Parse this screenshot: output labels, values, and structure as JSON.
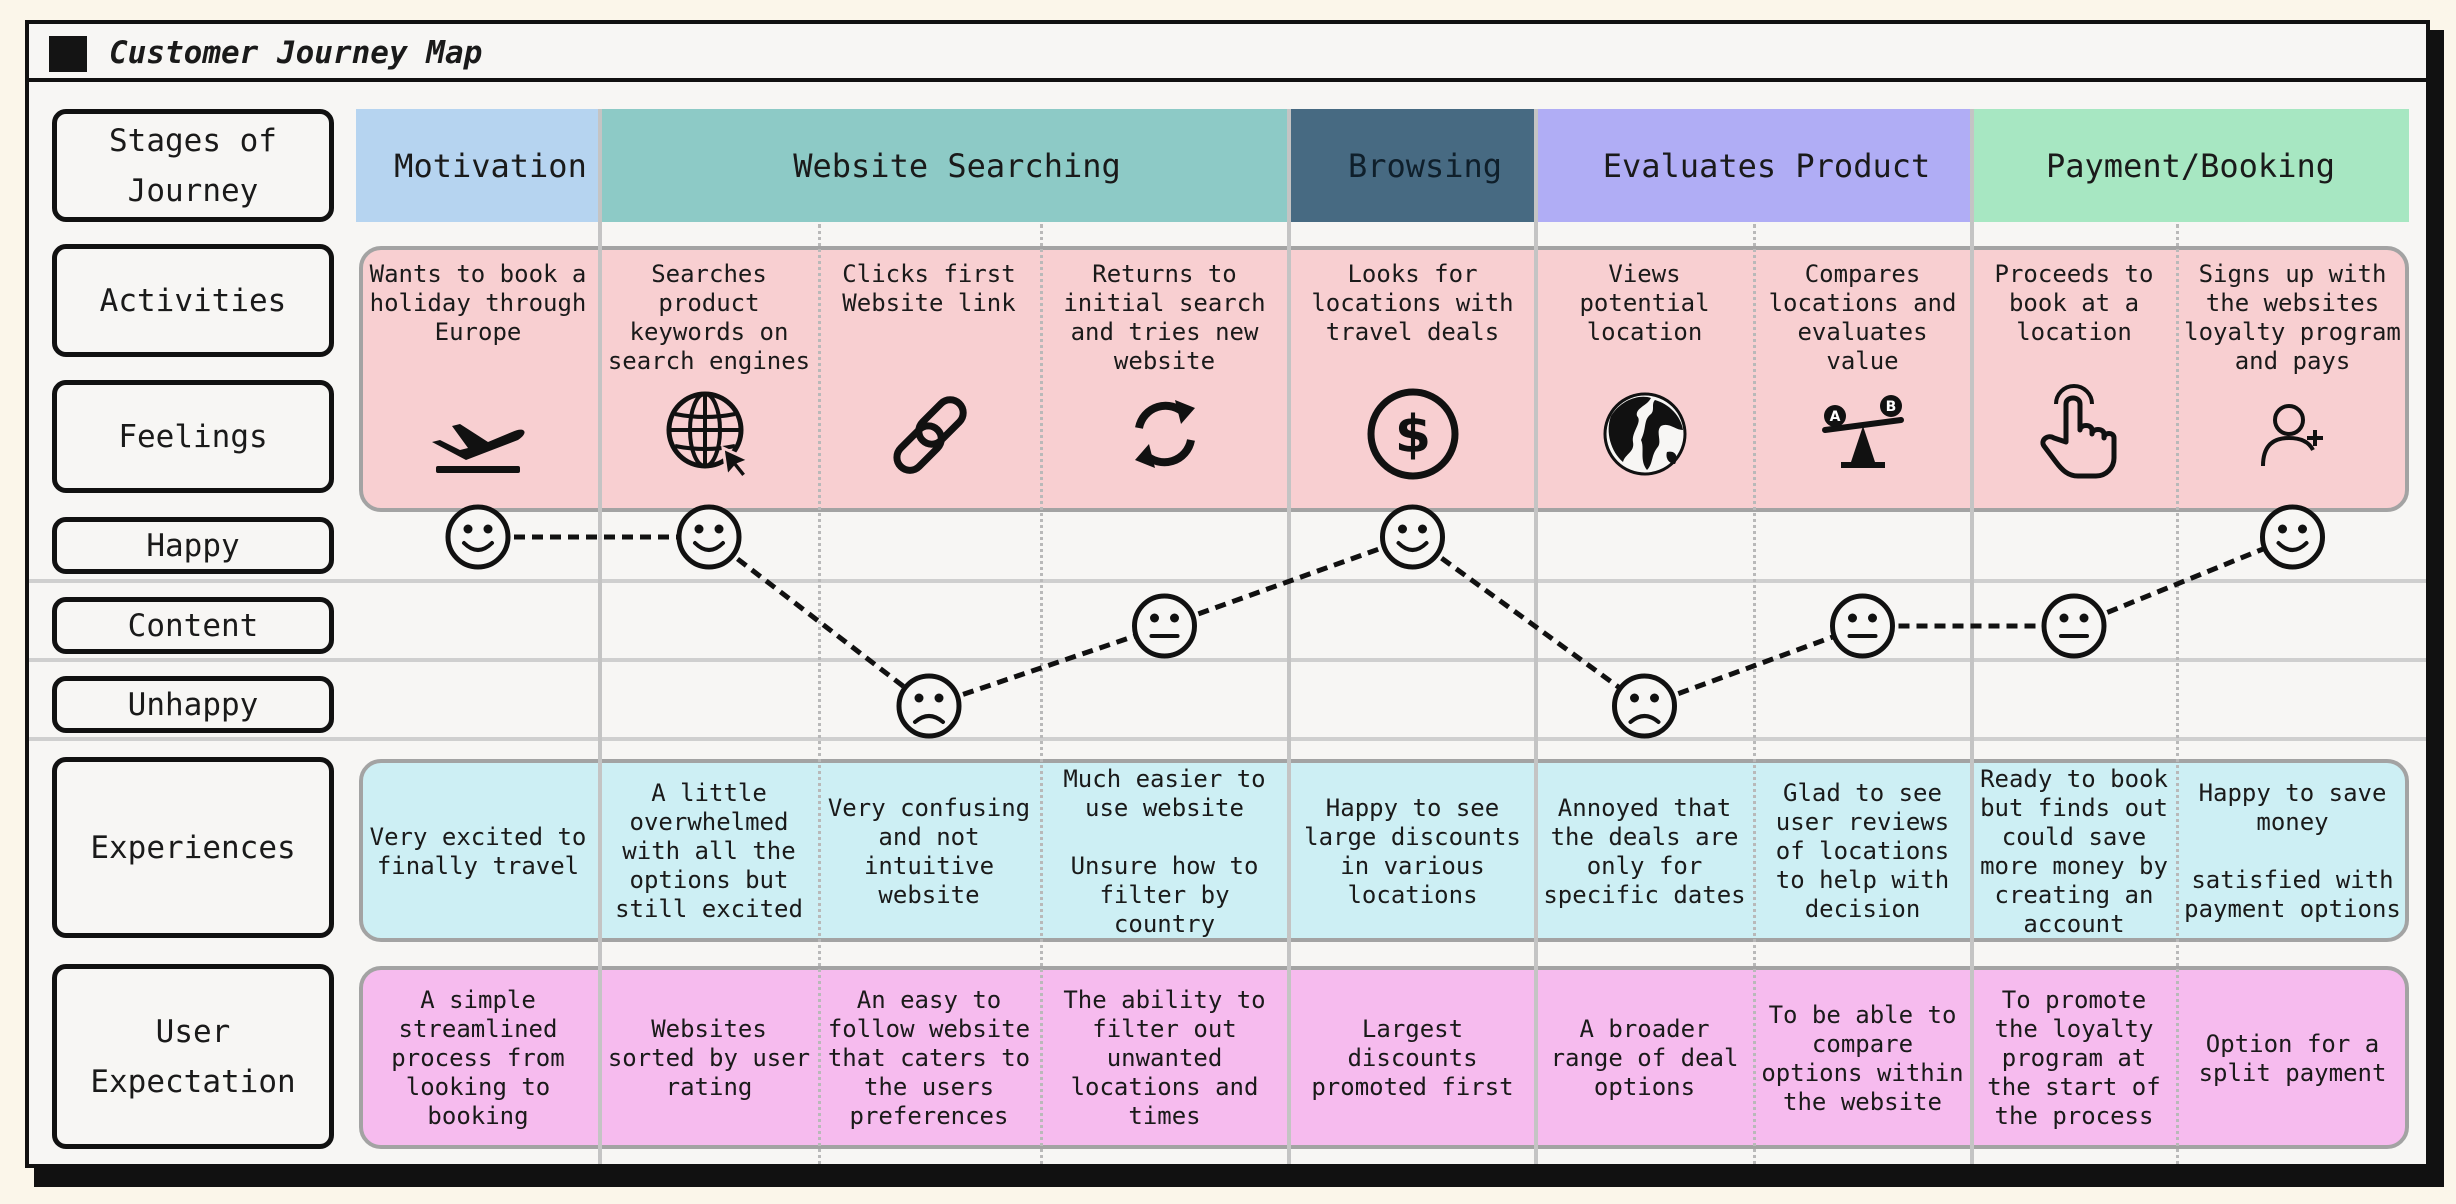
{
  "title": "Customer Journey Map",
  "row_labels": {
    "stages": "Stages of Journey",
    "activities": "Activities",
    "feelings": "Feelings",
    "happy": "Happy",
    "content": "Content",
    "unhappy": "Unhappy",
    "experiences": "Experiences",
    "expectation": "User Expectation"
  },
  "stages": [
    {
      "name": "Motivation",
      "color": "#b6d4f0"
    },
    {
      "name": "Website Searching",
      "color": "#8dcac6"
    },
    {
      "name": "Browsing",
      "color": "#476a82"
    },
    {
      "name": "Evaluates Product",
      "color": "#b0adf5"
    },
    {
      "name": "Payment/Booking",
      "color": "#a7e7c2"
    }
  ],
  "band_colors": {
    "activities": "#f8cfd1",
    "experiences": "#cdeff4",
    "expectations": "#f6bbee"
  },
  "steps": [
    {
      "activity": "Wants to book a holiday through Europe",
      "icon": "airplane-takeoff-icon",
      "feeling": "happy",
      "experience": "Very excited to finally travel",
      "expectation": "A simple streamlined process from looking to booking"
    },
    {
      "activity": "Searches product keywords on search engines",
      "icon": "globe-cursor-icon",
      "feeling": "happy",
      "experience": "A little overwhelmed with all the options but still excited",
      "expectation": "Websites sorted by user rating"
    },
    {
      "activity": "Clicks first Website link",
      "icon": "link-icon",
      "feeling": "unhappy",
      "experience": "Very confusing and not intuitive website",
      "expectation": "An easy to follow website that caters to the users preferences"
    },
    {
      "activity": "Returns to initial search and tries new website",
      "icon": "refresh-icon",
      "feeling": "content",
      "experience": "Much easier to use website\n\nUnsure how to filter by country",
      "expectation": "The ability to filter out unwanted locations and times"
    },
    {
      "activity": "Looks for locations with travel deals",
      "icon": "dollar-icon",
      "feeling": "happy",
      "experience": "Happy to see large discounts in various locations",
      "expectation": "Largest discounts promoted first"
    },
    {
      "activity": "Views potential location",
      "icon": "earth-icon",
      "feeling": "unhappy",
      "experience": "Annoyed that the deals are only for specific dates",
      "expectation": "A broader range of deal options"
    },
    {
      "activity": "Compares locations and evaluates value",
      "icon": "seesaw-compare-icon",
      "feeling": "content",
      "experience": "Glad to see user reviews of locations to help with decision",
      "expectation": "To be able to compare options within the website"
    },
    {
      "activity": "Proceeds to book at a location",
      "icon": "hand-pointer-icon",
      "feeling": "content",
      "experience": "Ready to book but finds out could save more money by creating an account",
      "expectation": "To promote the loyalty program at the start of the process"
    },
    {
      "activity": "Signs up with the websites loyalty program and pays",
      "icon": "user-add-icon",
      "feeling": "happy",
      "experience": "Happy to save money\n\nsatisfied with payment options",
      "expectation": "Option for a split payment"
    }
  ]
}
